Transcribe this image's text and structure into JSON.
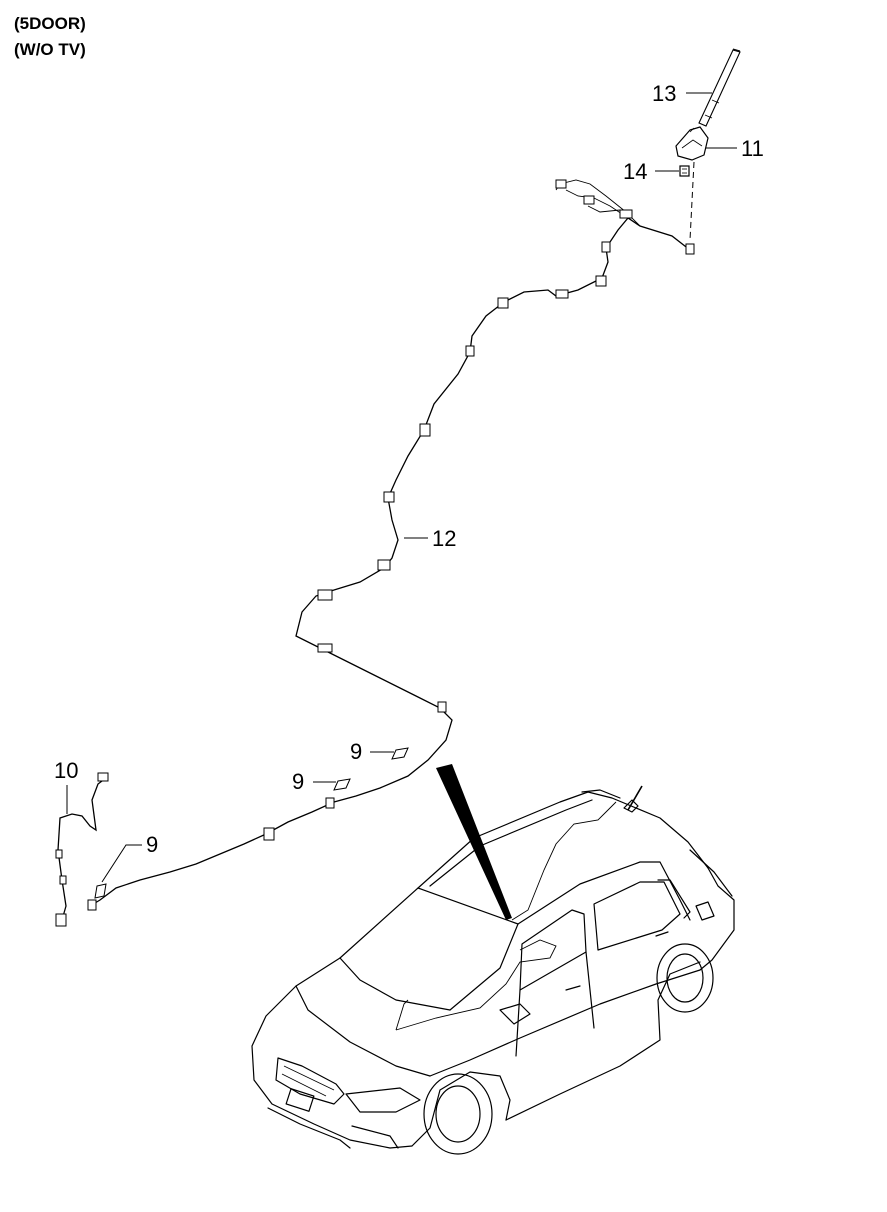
{
  "header": {
    "line1": "(5DOOR)",
    "line2": "(W/O TV)"
  },
  "callouts": {
    "c13": "13",
    "c11": "11",
    "c14": "14",
    "c12": "12",
    "c10": "10",
    "c9a": "9",
    "c9b": "9",
    "c9c": "9"
  },
  "parts": {
    "antenna_mast": "antenna-mast-icon",
    "antenna_base": "antenna-base-icon",
    "nut": "nut-icon",
    "feeder_cable": "feeder-cable-icon",
    "extension_cable": "extension-cable-icon",
    "tape_pad": "tape-pad-icon",
    "vehicle": "hatchback-car-icon"
  }
}
